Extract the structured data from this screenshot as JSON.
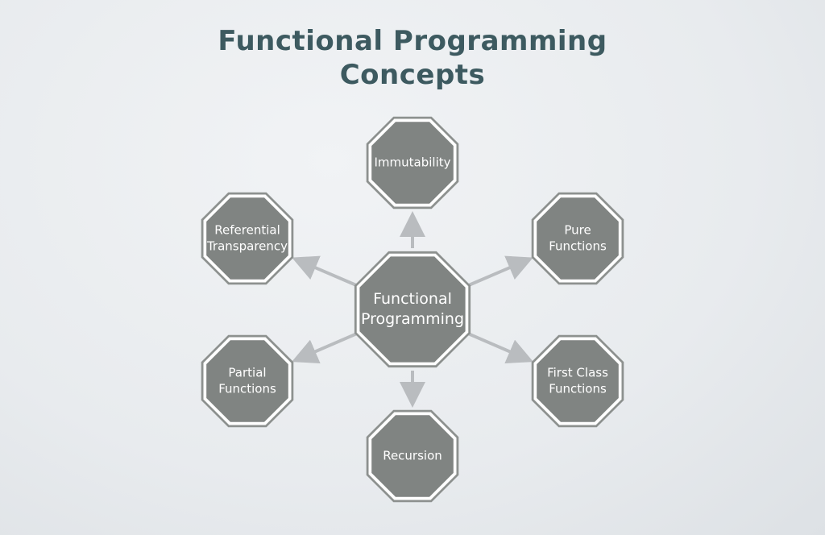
{
  "title": {
    "line1": "Functional Programming",
    "line2": "Concepts"
  },
  "colors": {
    "node_fill": "#808482",
    "node_ring": "#ffffff",
    "node_outline": "#8d918f",
    "arrow": "#b9bcbf",
    "title": "#3d5a60"
  },
  "center": {
    "id": "functional-programming",
    "lines": [
      "Functional",
      "Programming"
    ]
  },
  "concepts": [
    {
      "id": "immutability",
      "lines": [
        "Immutability"
      ]
    },
    {
      "id": "pure-functions",
      "lines": [
        "Pure",
        "Functions"
      ]
    },
    {
      "id": "first-class-functions",
      "lines": [
        "First Class",
        "Functions"
      ]
    },
    {
      "id": "recursion",
      "lines": [
        "Recursion"
      ]
    },
    {
      "id": "partial-functions",
      "lines": [
        "Partial",
        "Functions"
      ]
    },
    {
      "id": "referential-transparency",
      "lines": [
        "Referential",
        "Transparency"
      ]
    }
  ]
}
